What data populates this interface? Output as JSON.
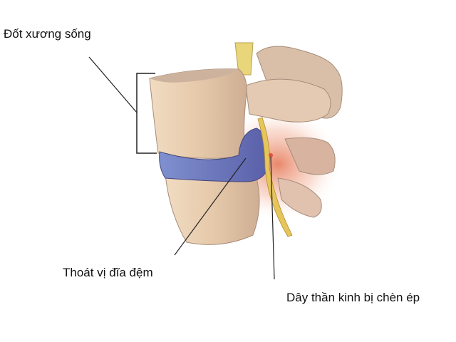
{
  "labels": {
    "vertebra": "Đốt xương sống",
    "herniated_disc": "Thoát vị đĩa đệm",
    "compressed_nerve": "Dây thần kinh bị chèn ép"
  },
  "colors": {
    "bone": "#e8cfb4",
    "disc": "#6f7fc0",
    "inflammation": "#e0603a",
    "nerve": "#e6c65a"
  }
}
